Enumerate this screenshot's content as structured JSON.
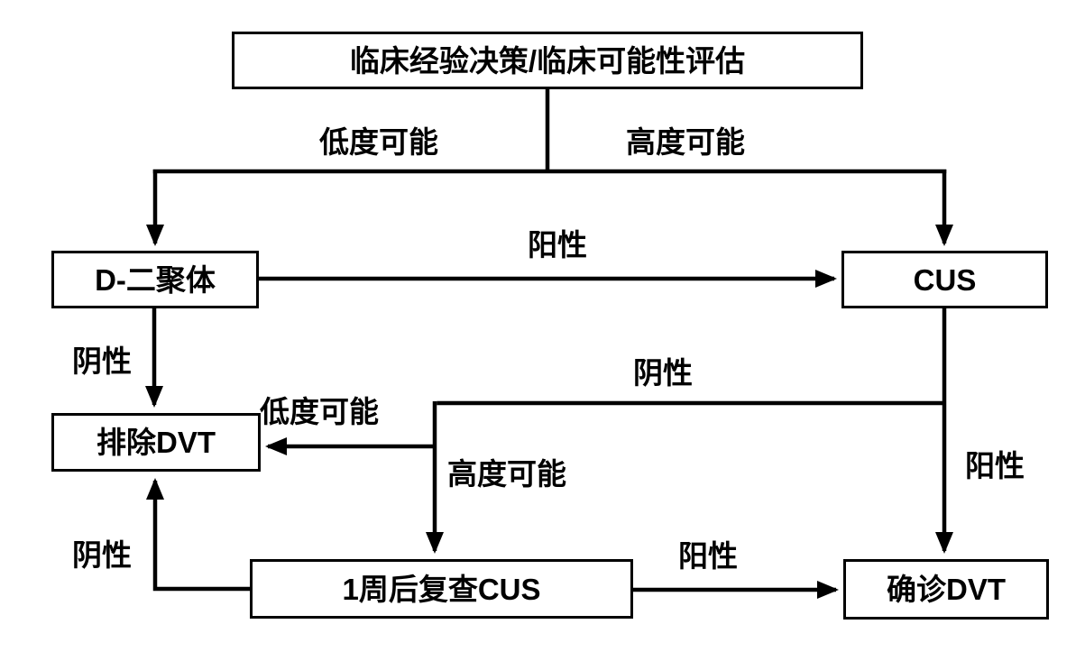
{
  "diagram": {
    "description": "DVT diagnosis decision flowchart",
    "colors": {
      "line": "#000000",
      "background": "#ffffff",
      "box_fill": "#ffffff",
      "text": "#000000"
    },
    "nodes": {
      "assessment": {
        "label": "临床经验决策/临床可能性评估"
      },
      "ddimer": {
        "label": "D-二聚体"
      },
      "cus": {
        "label": "CUS"
      },
      "exclude": {
        "label": "排除DVT"
      },
      "recheck": {
        "label": "1周后复查CUS"
      },
      "confirm": {
        "label": "确诊DVT"
      }
    },
    "edge_labels": {
      "low_prob_top": "低度可能",
      "high_prob_top": "高度可能",
      "positive_ddimer": "阳性",
      "negative_ddimer": "阴性",
      "negative_cus": "阴性",
      "low_prob_mid": "低度可能",
      "high_prob_mid": "高度可能",
      "positive_cus": "阳性",
      "negative_recheck": "阴性",
      "positive_recheck": "阳性"
    },
    "edges": [
      {
        "from": "assessment",
        "to": "ddimer",
        "label": "低度可能"
      },
      {
        "from": "assessment",
        "to": "cus",
        "label": "高度可能"
      },
      {
        "from": "ddimer",
        "to": "cus",
        "label": "阳性"
      },
      {
        "from": "ddimer",
        "to": "exclude",
        "label": "阴性"
      },
      {
        "from": "cus",
        "to": "exclude",
        "label": "阴性 + 低度可能"
      },
      {
        "from": "cus",
        "to": "recheck",
        "label": "阴性 + 高度可能"
      },
      {
        "from": "cus",
        "to": "confirm",
        "label": "阳性"
      },
      {
        "from": "recheck",
        "to": "exclude",
        "label": "阴性"
      },
      {
        "from": "recheck",
        "to": "confirm",
        "label": "阳性"
      }
    ]
  }
}
